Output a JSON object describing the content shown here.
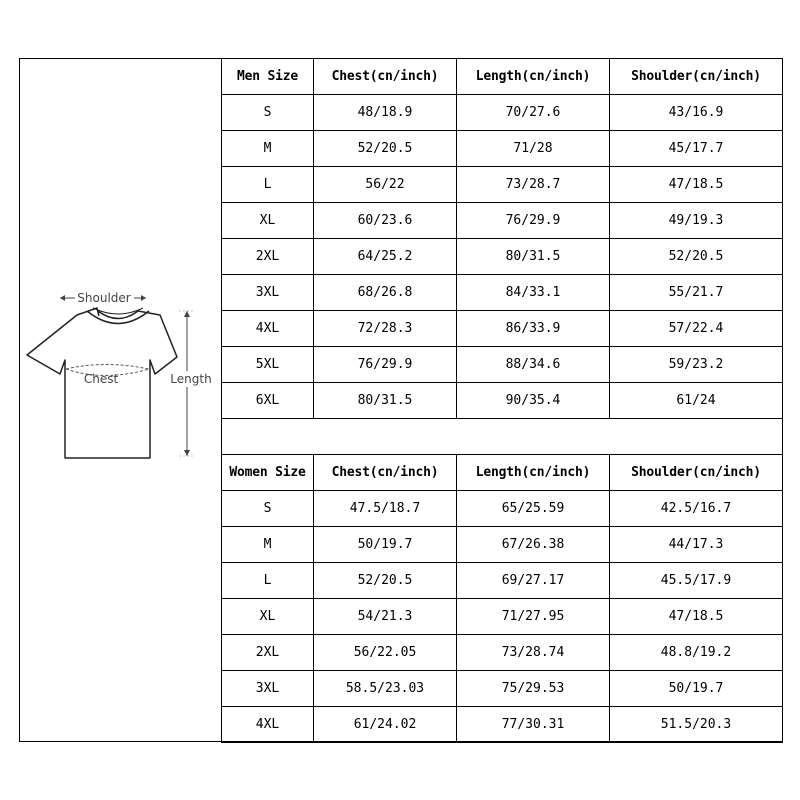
{
  "diagram": {
    "shoulder_label": "Shoulder",
    "chest_label": "Chest",
    "length_label": "Length"
  },
  "men": {
    "headers": [
      "Men Size",
      "Chest(cn/inch)",
      "Length(cn/inch)",
      "Shoulder(cn/inch)"
    ],
    "rows": [
      [
        "S",
        "48/18.9",
        "70/27.6",
        "43/16.9"
      ],
      [
        "M",
        "52/20.5",
        "71/28",
        "45/17.7"
      ],
      [
        "L",
        "56/22",
        "73/28.7",
        "47/18.5"
      ],
      [
        "XL",
        "60/23.6",
        "76/29.9",
        "49/19.3"
      ],
      [
        "2XL",
        "64/25.2",
        "80/31.5",
        "52/20.5"
      ],
      [
        "3XL",
        "68/26.8",
        "84/33.1",
        "55/21.7"
      ],
      [
        "4XL",
        "72/28.3",
        "86/33.9",
        "57/22.4"
      ],
      [
        "5XL",
        "76/29.9",
        "88/34.6",
        "59/23.2"
      ],
      [
        "6XL",
        "80/31.5",
        "90/35.4",
        "61/24"
      ]
    ]
  },
  "women": {
    "headers": [
      "Women Size",
      "Chest(cn/inch)",
      "Length(cn/inch)",
      "Shoulder(cn/inch)"
    ],
    "rows": [
      [
        "S",
        "47.5/18.7",
        "65/25.59",
        "42.5/16.7"
      ],
      [
        "M",
        "50/19.7",
        "67/26.38",
        "44/17.3"
      ],
      [
        "L",
        "52/20.5",
        "69/27.17",
        "45.5/17.9"
      ],
      [
        "XL",
        "54/21.3",
        "71/27.95",
        "47/18.5"
      ],
      [
        "2XL",
        "56/22.05",
        "73/28.74",
        "48.8/19.2"
      ],
      [
        "3XL",
        "58.5/23.03",
        "75/29.53",
        "50/19.7"
      ],
      [
        "4XL",
        "61/24.02",
        "77/30.31",
        "51.5/20.3"
      ]
    ]
  }
}
